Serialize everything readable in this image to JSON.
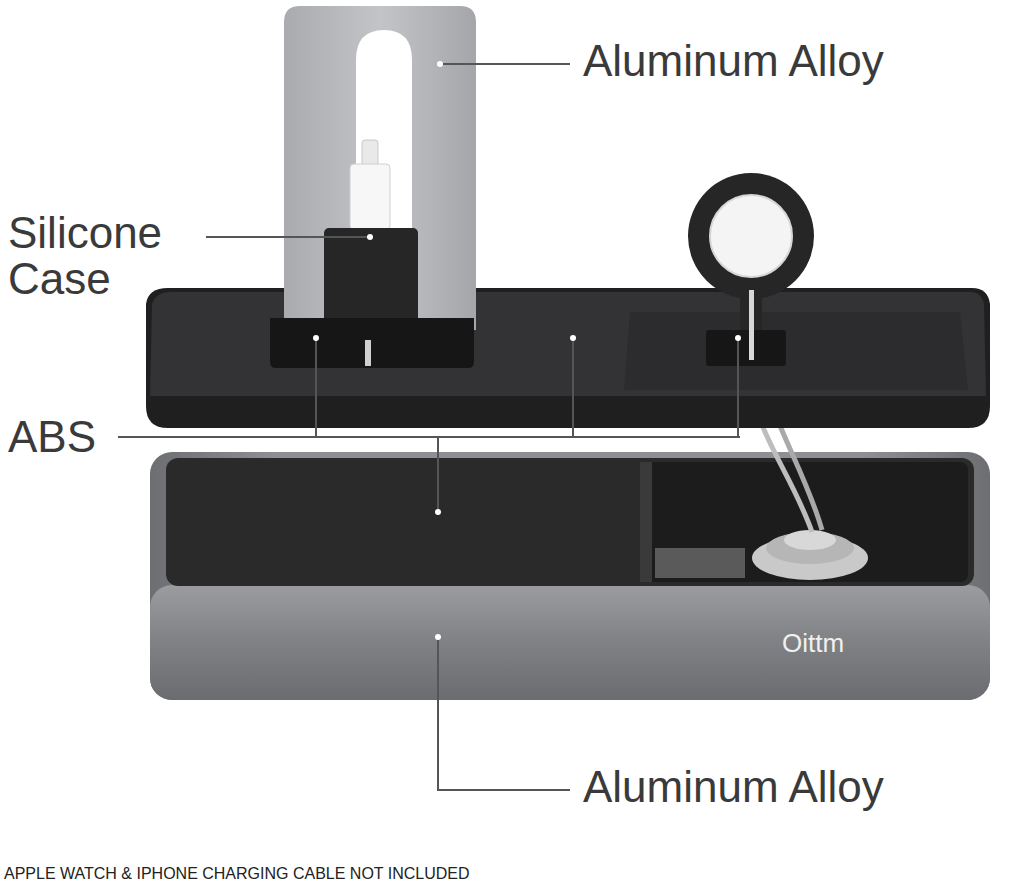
{
  "diagram": {
    "labels": [
      "Aluminum Alloy",
      "Silicone Case",
      "ABS",
      "Aluminum Alloy",
      "Oittm",
      "APPLE WATCH & IPHONE CHARGING CABLE NOT INCLUDED"
    ]
  }
}
